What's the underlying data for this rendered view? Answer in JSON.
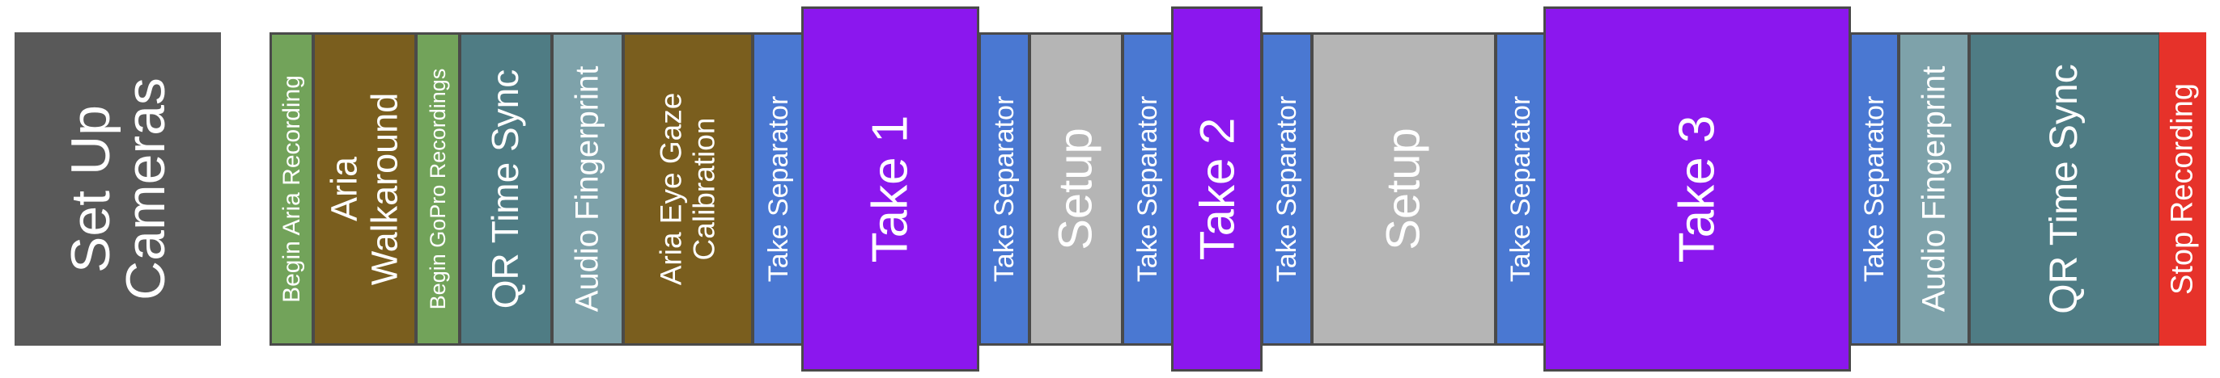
{
  "colors": {
    "gray_dark": "#595959",
    "green": "#72a35a",
    "olive": "#7a5e1e",
    "teal": "#4f7c84",
    "teal_light": "#7ea2aa",
    "blue": "#4a78d2",
    "purple": "#8b17ee",
    "gray_light": "#b5b5b5",
    "red": "#e6322a"
  },
  "blocks": {
    "setup_cameras": {
      "line1": "Set Up",
      "line2": "Cameras"
    },
    "begin_aria": "Begin Aria Recording",
    "aria_walkaround": {
      "line1": "Aria",
      "line2": "Walkaround"
    },
    "begin_gopro": "Begin GoPro Recordings",
    "qr_sync_1": "QR Time Sync",
    "audio_fp_1": "Audio Fingerprint",
    "aria_eye_gaze": {
      "line1": "Aria Eye Gaze",
      "line2": "Calibration"
    },
    "take_sep_1": "Take Separator",
    "take_1": "Take 1",
    "take_sep_2": "Take Separator",
    "setup_1": "Setup",
    "take_sep_3": "Take Separator",
    "take_2": "Take 2",
    "take_sep_4": "Take Separator",
    "setup_2": "Setup",
    "take_sep_5": "Take Separator",
    "take_3": "Take 3",
    "take_sep_6": "Take Separator",
    "audio_fp_2": "Audio Fingerprint",
    "qr_sync_2": "QR Time Sync",
    "stop_recording": "Stop Recording"
  }
}
